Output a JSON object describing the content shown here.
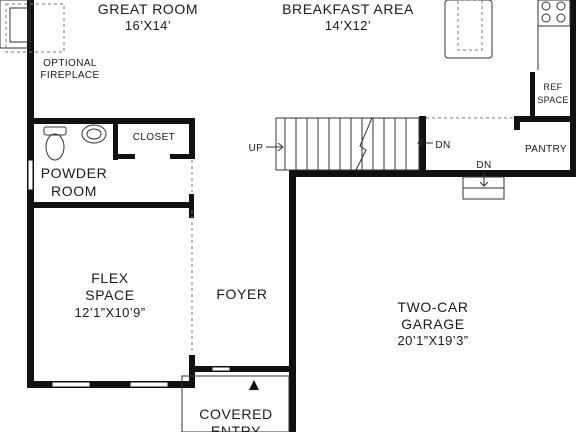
{
  "rooms": {
    "great_room": {
      "name": "GREAT ROOM",
      "dims": "16’X14’"
    },
    "breakfast_area": {
      "name": "BREAKFAST AREA",
      "dims": "14’X12’"
    },
    "optional_fireplace": {
      "line1": "OPTIONAL",
      "line2": "FIREPLACE"
    },
    "ref_space": {
      "line1": "REF",
      "line2": "SPACE"
    },
    "closet": {
      "name": "CLOSET"
    },
    "powder_room": {
      "line1": "POWDER",
      "line2": "ROOM"
    },
    "pantry": {
      "name": "PANTRY"
    },
    "flex_space": {
      "line1": "FLEX",
      "line2": "SPACE",
      "dims": "12’1”X10’9”"
    },
    "foyer": {
      "name": "FOYER"
    },
    "garage": {
      "line1": "TWO-CAR",
      "line2": "GARAGE",
      "dims": "20’1”X19’3”"
    },
    "covered_entry": {
      "line1": "COVERED",
      "line2": "ENTRY"
    }
  },
  "stairs": {
    "up_label": "UP",
    "down_label": "DN",
    "garage_down_label": "DN"
  }
}
